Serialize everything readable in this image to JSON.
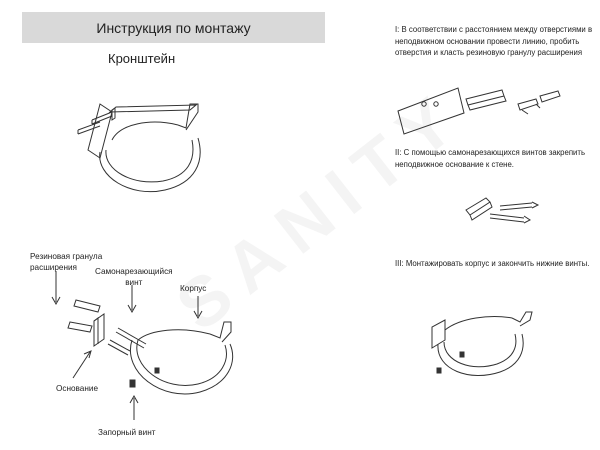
{
  "header": {
    "title": "Инструкция по монтажу",
    "subtitle": "Кронштейн"
  },
  "labels": {
    "rubber_plug": "Резиновая гранула\nрасширения",
    "screw": "Самонарезающийся\nвинт",
    "body": "Корпус",
    "base": "Основание",
    "lock_screw": "Запорный винт"
  },
  "steps": [
    {
      "text": "I: В соответствии с расстоянием между отверстиями в неподвижном основании провести линию, пробить отверстия и класть резиновую гранулу расширения"
    },
    {
      "text": "II: С помощью самонарезающихся винтов закрепить неподвижное основание к стене."
    },
    {
      "text": "III: Монтажировать корпус и закончить нижние винты."
    }
  ],
  "watermark": "SANITY",
  "colors": {
    "header_bg": "#d9d9d9",
    "line": "#333333"
  }
}
